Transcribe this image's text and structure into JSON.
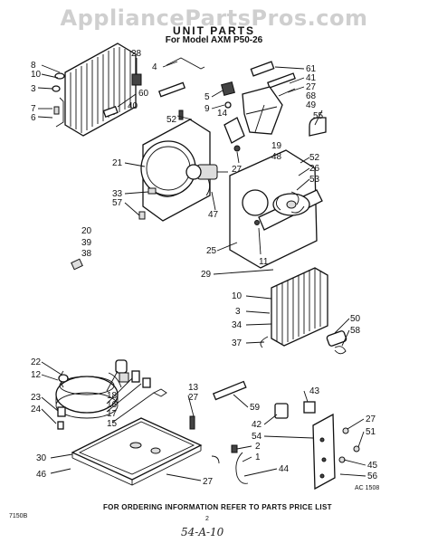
{
  "watermark": "AppliancePartsPros.com",
  "title": "UNIT PARTS",
  "subtitle": "For Model AXM P50-26",
  "callouts": {
    "c8": "8",
    "c10a": "10",
    "c3a": "3",
    "c7": "7",
    "c6": "6",
    "c28": "28",
    "c60": "60",
    "c40": "40",
    "c4": "4",
    "c52a": "52",
    "c61": "61",
    "c41": "41",
    "c27a": "27",
    "c68": "68",
    "c49": "49",
    "c55": "55",
    "c5": "5",
    "c9": "9",
    "c14": "14",
    "c19": "19",
    "c48": "48",
    "c27b": "27",
    "c21": "21",
    "c33": "33",
    "c57": "57",
    "c47": "47",
    "c52b": "52",
    "c26": "26",
    "c53": "53",
    "c20": "20",
    "c39": "39",
    "c38": "38",
    "c25": "25",
    "c11": "11",
    "c29": "29",
    "c10b": "10",
    "c3b": "3",
    "c34": "34",
    "c37": "37",
    "c50": "50",
    "c58": "58",
    "c22": "22",
    "c12": "12",
    "c23": "23",
    "c24": "24",
    "c18": "18",
    "c16": "16",
    "c17": "17",
    "c15": "15",
    "c13": "13",
    "c27c": "27",
    "c59": "59",
    "c43": "43",
    "c42": "42",
    "c54": "54",
    "c27d": "27",
    "c51": "51",
    "c30": "30",
    "c46": "46",
    "c2": "2",
    "c1": "1",
    "c44": "44",
    "c27e": "27",
    "c45": "45",
    "c56": "56"
  },
  "code_right": "AC 1508",
  "footer": "FOR ORDERING INFORMATION REFER TO PARTS PRICE LIST",
  "code_left": "7150B",
  "page_number": "2",
  "handwritten": "54-A-10"
}
